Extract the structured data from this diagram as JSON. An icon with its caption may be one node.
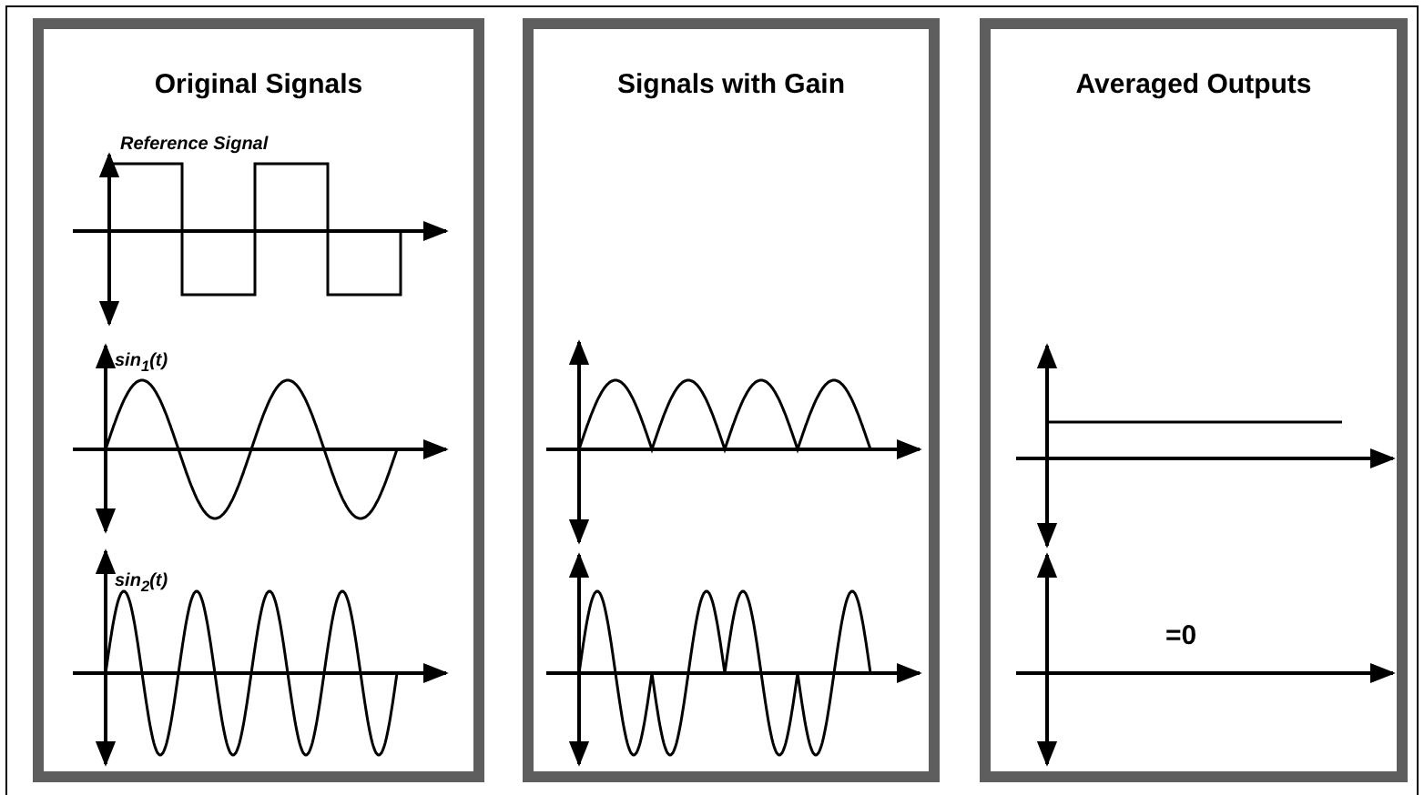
{
  "diagram": {
    "nodes": [
      {
        "text": [
          "Original Signals"
        ]
      },
      {
        "text": [
          "Signals with Gain"
        ]
      },
      {
        "text": [
          "Averaged Outputs"
        ]
      }
    ],
    "edges": [],
    "labels": [
      "Reference Signal",
      "sin$_{1}$(t)",
      "sin$_{2}$(t)",
      "=0"
    ]
  }
}
